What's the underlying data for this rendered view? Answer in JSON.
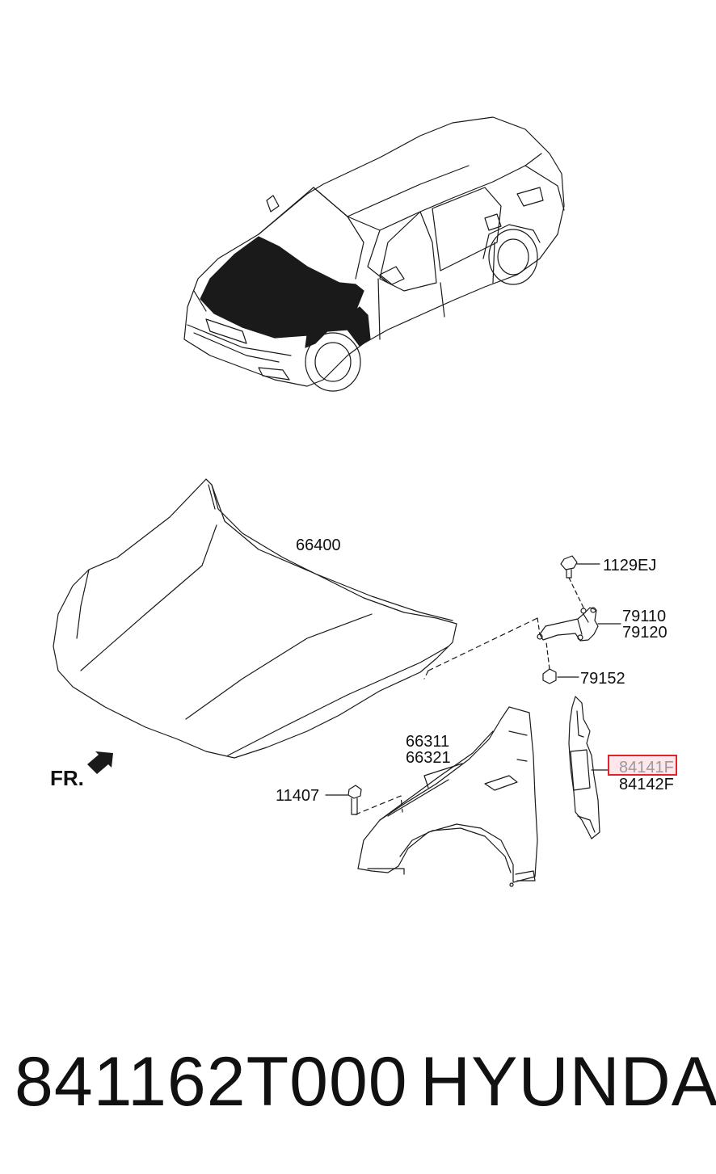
{
  "diagram": {
    "orientation_label": "FR.",
    "parts": [
      {
        "id": "hood",
        "labels": [
          "66400"
        ]
      },
      {
        "id": "hinge-bolt",
        "labels": [
          "1129EJ"
        ]
      },
      {
        "id": "hinge",
        "labels": [
          "79110",
          "79120"
        ]
      },
      {
        "id": "hinge-nut",
        "labels": [
          "79152"
        ]
      },
      {
        "id": "fender",
        "labels": [
          "66311",
          "66321"
        ]
      },
      {
        "id": "fender-bolt",
        "labels": [
          "11407"
        ]
      },
      {
        "id": "fender-insulator",
        "labels": [
          "84141F",
          "84142F"
        ]
      }
    ],
    "highlighted_label": "84141F",
    "highlight_color": "#e0222b",
    "part_color": "#1a1a1a",
    "background": "#ffffff"
  },
  "footer": {
    "part_number": "841162T000",
    "brand": "HYUNDAI"
  }
}
